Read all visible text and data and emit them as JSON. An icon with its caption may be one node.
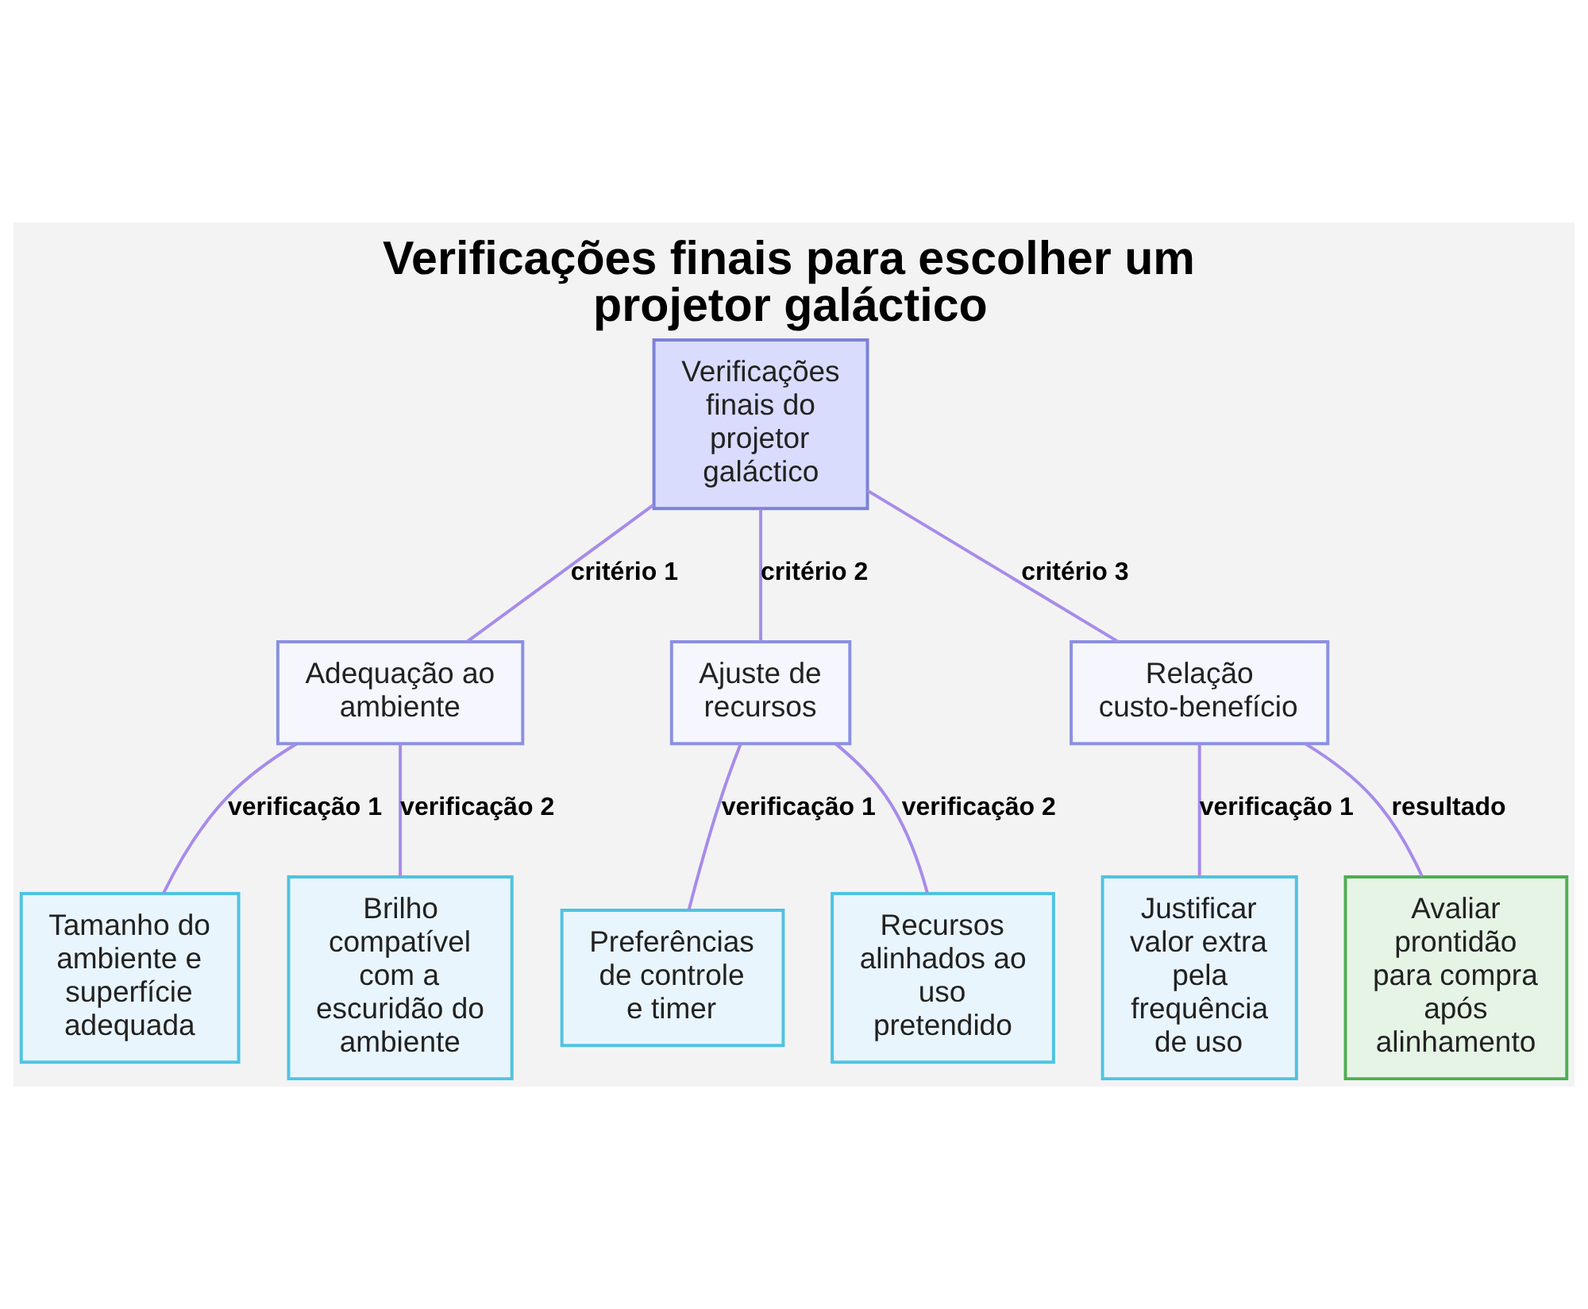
{
  "diagram": {
    "title": "Verificações finais para escolher um projetor galáctico",
    "nodes": [
      {
        "text": [
          "Verificações finais do projetor galáctico"
        ]
      },
      {
        "text": [
          "Adequação ao ambiente"
        ]
      },
      {
        "text": [
          "Ajuste de recursos"
        ]
      },
      {
        "text": [
          "Relação custo-benefício"
        ]
      },
      {
        "text": [
          "Tamanho do ambiente e superfície adequada"
        ]
      },
      {
        "text": [
          "Brilho compatível com a escuridão do ambiente"
        ]
      },
      {
        "text": [
          "Preferências de controle e timer"
        ]
      },
      {
        "text": [
          "Recursos alinhados ao uso pretendido"
        ]
      },
      {
        "text": [
          "Justificar valor extra pela frequência de uso"
        ]
      },
      {
        "text": [
          "Avaliar prontidão para compra após alinhamento"
        ]
      }
    ],
    "edges": [
      {
        "from": 0,
        "to": 1,
        "arrow": "none",
        "label": "critério 1"
      },
      {
        "from": 0,
        "to": 2,
        "arrow": "none",
        "label": "critério 2"
      },
      {
        "from": 0,
        "to": 3,
        "arrow": "none",
        "label": "critério 3"
      },
      {
        "from": 1,
        "to": 4,
        "arrow": "none",
        "label": "verificação 1"
      },
      {
        "from": 1,
        "to": 5,
        "arrow": "none",
        "label": "verificação 2"
      },
      {
        "from": 2,
        "to": 6,
        "arrow": "none",
        "label": "verificação 1"
      },
      {
        "from": 2,
        "to": 7,
        "arrow": "none",
        "label": "verificação 2"
      },
      {
        "from": 3,
        "to": 8,
        "arrow": "none",
        "label": "verificação 1"
      },
      {
        "from": 3,
        "to": 9,
        "arrow": "none",
        "label": "resultado"
      }
    ]
  }
}
